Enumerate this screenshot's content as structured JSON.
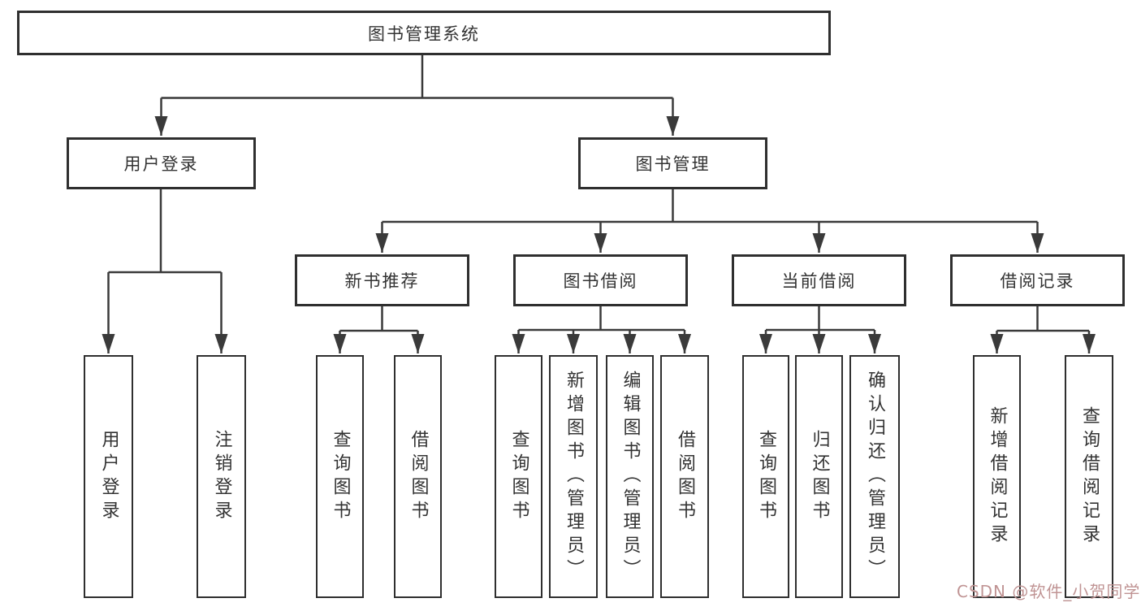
{
  "colors": {
    "line": "#3a3a3a",
    "box_border": "#2f2f2f",
    "text": "#333333",
    "watermark": "#c09494"
  },
  "diagram": {
    "root": {
      "label": "图书管理系统"
    },
    "login": {
      "label": "用户登录",
      "children": [
        {
          "label": "用户登录"
        },
        {
          "label": "注销登录"
        }
      ]
    },
    "management": {
      "label": "图书管理",
      "branches": [
        {
          "label": "新书推荐",
          "children": [
            {
              "label": "查询图书"
            },
            {
              "label": "借阅图书"
            }
          ]
        },
        {
          "label": "图书借阅",
          "children": [
            {
              "label": "查询图书"
            },
            {
              "label": "新增图书（管理员）"
            },
            {
              "label": "编辑图书（管理员）"
            },
            {
              "label": "借阅图书"
            }
          ]
        },
        {
          "label": "当前借阅",
          "children": [
            {
              "label": "查询图书"
            },
            {
              "label": "归还图书"
            },
            {
              "label": "确认归还（管理员）"
            }
          ]
        },
        {
          "label": "借阅记录",
          "children": [
            {
              "label": "新增借阅记录"
            },
            {
              "label": "查询借阅记录"
            }
          ]
        }
      ]
    }
  },
  "watermark": {
    "text": "CSDN @软件_小贺同学"
  }
}
